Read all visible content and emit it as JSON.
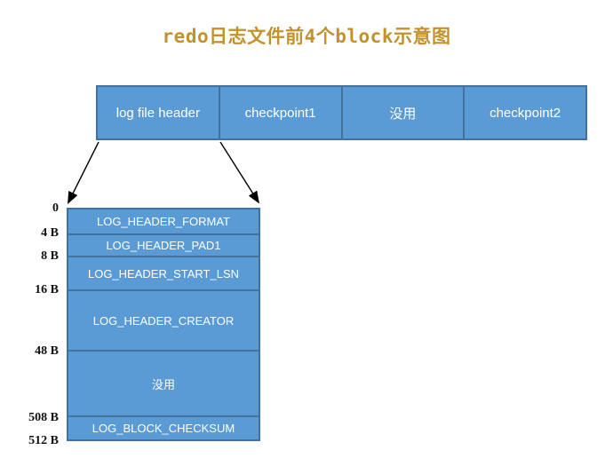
{
  "title": "redo日志文件前4个block示意图",
  "colors": {
    "title_text": "#C3922D",
    "block_fill": "#5B9BD5",
    "block_border": "#41719C",
    "block_text": "#FFFFFF",
    "offset_text": "#111111",
    "arrow": "#000000"
  },
  "top_bar": {
    "blocks": [
      {
        "label": "log file header"
      },
      {
        "label": "checkpoint1"
      },
      {
        "label": "没用"
      },
      {
        "label": "checkpoint2"
      }
    ]
  },
  "header_detail": {
    "sections": [
      {
        "label": "LOG_HEADER_FORMAT",
        "offset_start": "0",
        "offset_end": "4 B"
      },
      {
        "label": "LOG_HEADER_PAD1",
        "offset_start": "4 B",
        "offset_end": "8 B"
      },
      {
        "label": "LOG_HEADER_START_LSN",
        "offset_start": "8 B",
        "offset_end": "16 B"
      },
      {
        "label": "LOG_HEADER_CREATOR",
        "offset_start": "16 B",
        "offset_end": "48 B"
      },
      {
        "label": "没用",
        "offset_start": "48 B",
        "offset_end": "508 B"
      },
      {
        "label": "LOG_BLOCK_CHECKSUM",
        "offset_start": "508 B",
        "offset_end": "512 B"
      }
    ],
    "offsets": [
      "0",
      "4 B",
      "8 B",
      "16 B",
      "48 B",
      "508 B",
      "512 B"
    ]
  }
}
